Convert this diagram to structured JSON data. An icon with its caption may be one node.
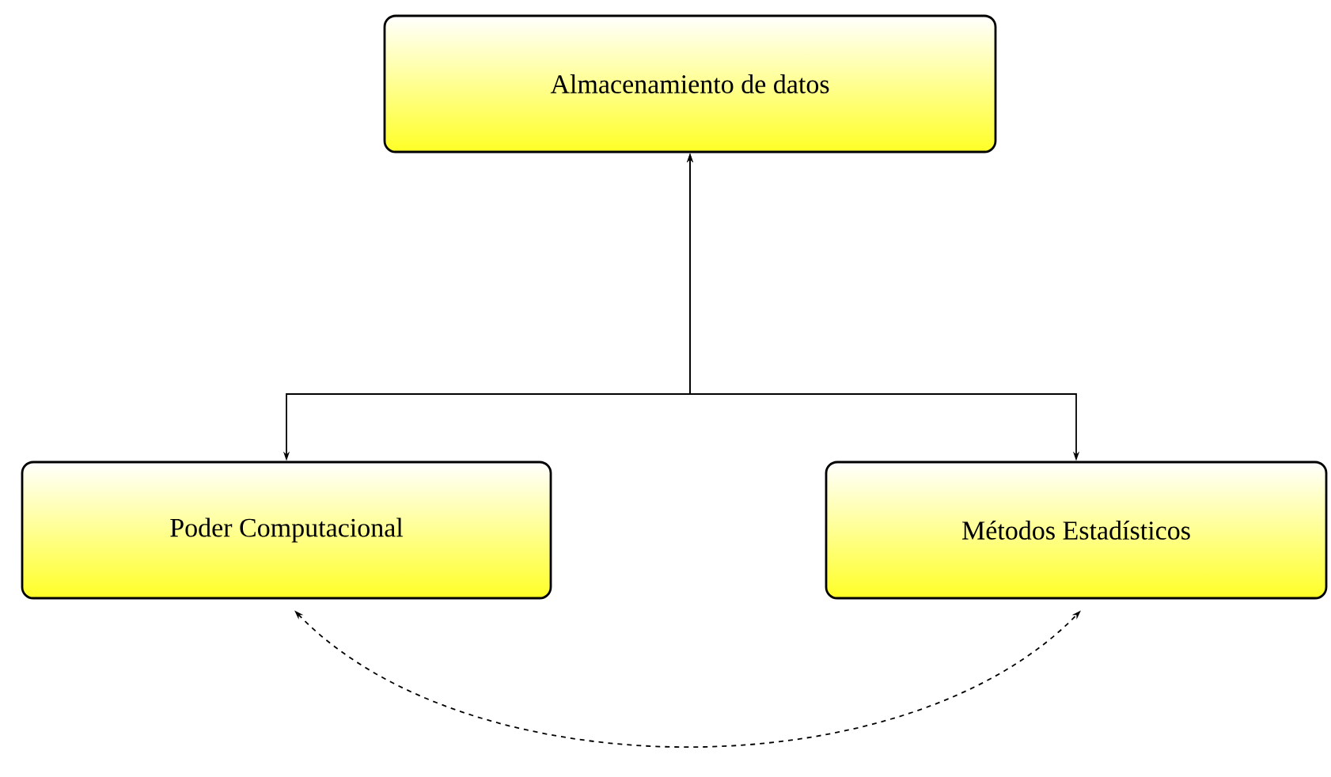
{
  "diagram": {
    "nodes": [
      {
        "text": [
          "Almacenamiento de datos"
        ]
      },
      {
        "text": [
          "Poder Computacional"
        ]
      },
      {
        "text": [
          "Métodos Estadísticos"
        ]
      }
    ],
    "edges": [
      {
        "from": 0,
        "to": 1,
        "arrow": "both"
      },
      {
        "from": 0,
        "to": 2,
        "arrow": "both"
      },
      {
        "from": 1,
        "to": 2,
        "arrow": "both",
        "style": "dashed"
      }
    ]
  }
}
